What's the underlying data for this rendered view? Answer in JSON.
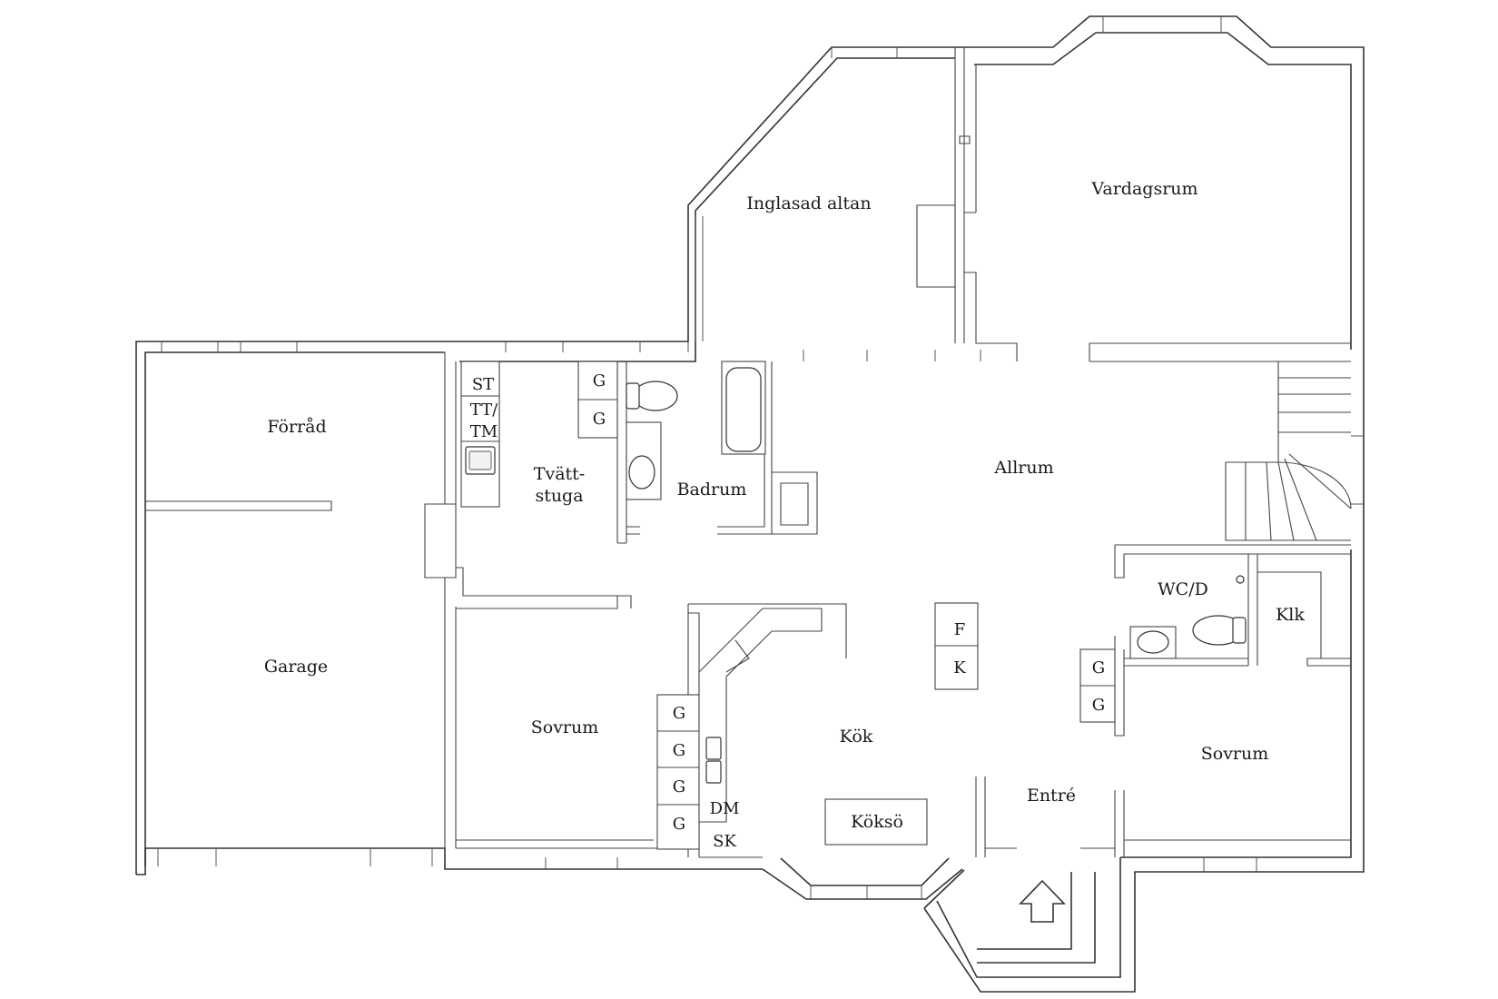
{
  "rooms": {
    "forrad": "Förråd",
    "garage": "Garage",
    "tvatt_1": "Tvätt-",
    "tvatt_2": "stuga",
    "badrum": "Badrum",
    "inglasad_altan": "Inglasad altan",
    "vardagsrum": "Vardagsrum",
    "allrum": "Allrum",
    "sovrum_left": "Sovrum",
    "kok": "Kök",
    "koksö": "Köksö",
    "entre": "Entré",
    "wc_d": "WC/D",
    "klk": "Klk",
    "sovrum_right": "Sovrum"
  },
  "fixtures": {
    "st": "ST",
    "tt_1": "TT/",
    "tt_2": "TM",
    "dm": "DM",
    "sk": "SK",
    "fridge": "F",
    "freezer": "K",
    "wardrobe_laundry": [
      "G",
      "G"
    ],
    "wardrobe_bedroom_left": [
      "G",
      "G",
      "G",
      "G"
    ],
    "wardrobe_hall": [
      "G",
      "G"
    ]
  },
  "icons": {
    "entrance": "entrance-arrow-icon"
  }
}
